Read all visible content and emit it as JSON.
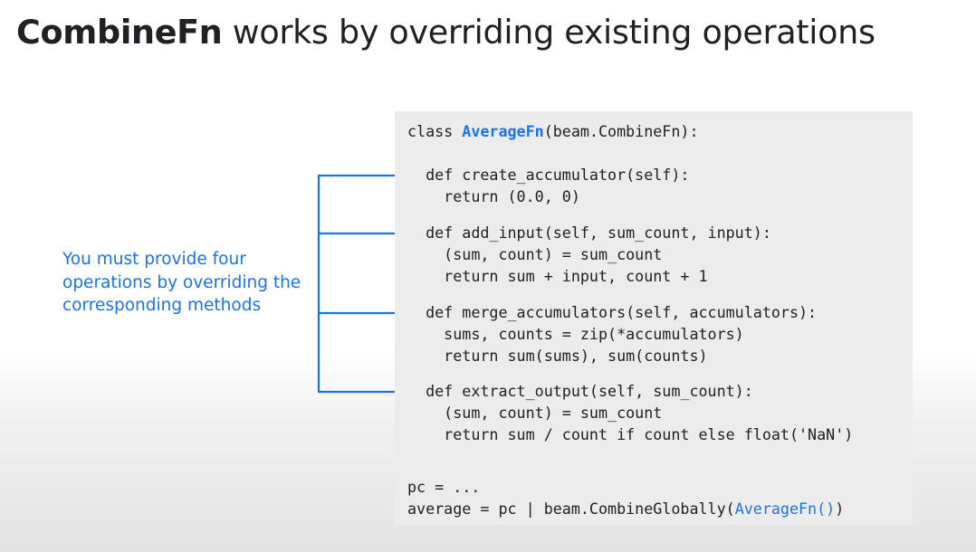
{
  "slide": {
    "title_strong": "CombineFn",
    "title_rest": " works by overriding existing operations",
    "callout": "You must provide four operations by overriding the corresponding methods"
  },
  "code_main": {
    "class_prefix": "class ",
    "class_name": "AverageFn",
    "class_suffix": "(beam.CombineFn):",
    "lines": [
      "  def create_accumulator(self):",
      "    return (0.0, 0)",
      "  def add_input(self, sum_count, input):",
      "    (sum, count) = sum_count",
      "    return sum + input, count + 1",
      "  def merge_accumulators(self, accumulators):",
      "    sums, counts = zip(*accumulators)",
      "    return sum(sums), sum(counts)",
      "  def extract_output(self, sum_count):",
      "    (sum, count) = sum_count",
      "    return sum / count if count else float('NaN')"
    ]
  },
  "code_usage": {
    "line1": "pc = ...",
    "line2_prefix": "average = pc | beam.CombineGlobally(",
    "line2_highlight": "AverageFn()",
    "line2_suffix": ")"
  },
  "colors": {
    "accent": "#1a73e8",
    "title": "#202124",
    "code_panel": "#ececec"
  }
}
